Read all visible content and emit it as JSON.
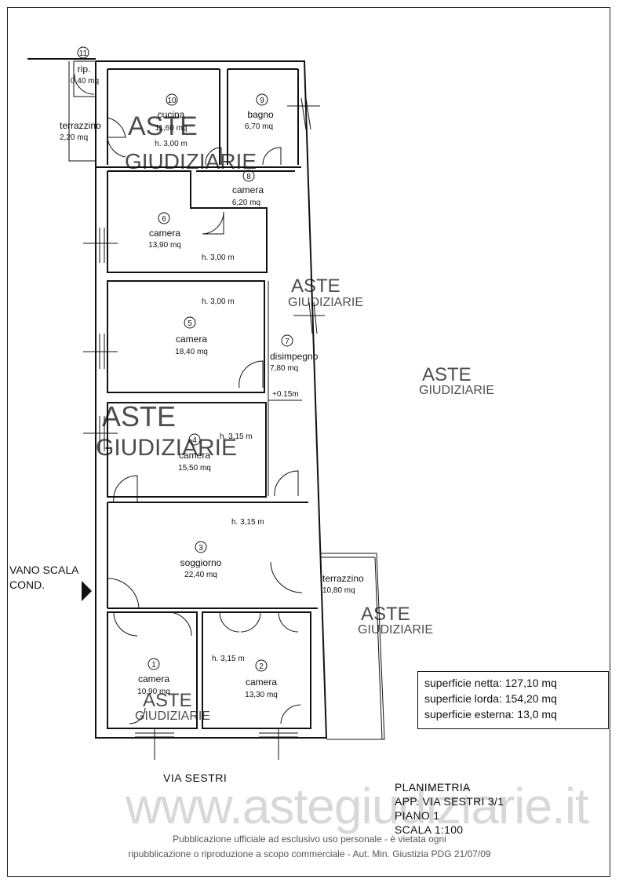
{
  "rooms": [
    {
      "num": "1",
      "name": "camera",
      "area": "10,90 mq"
    },
    {
      "num": "2",
      "name": "camera",
      "area": "13,30 mq",
      "height": "h. 3,15 m"
    },
    {
      "num": "3",
      "name": "soggiorno",
      "area": "22,40 mq",
      "height": "h. 3,15 m"
    },
    {
      "num": "4",
      "name": "camera",
      "area": "15,50 mq",
      "height": "h. 3,15 m"
    },
    {
      "num": "5",
      "name": "camera",
      "area": "18,40 mq",
      "height": "h. 3,00 m"
    },
    {
      "num": "6",
      "name": "camera",
      "area": "13,90 mq",
      "height": "h. 3,00 m"
    },
    {
      "num": "7",
      "name": "disimpegno",
      "area": "7,80 mq",
      "level": "+0.15m"
    },
    {
      "num": "8",
      "name": "camera",
      "area": "6,20 mq"
    },
    {
      "num": "9",
      "name": "bagno",
      "area": "6,70 mq"
    },
    {
      "num": "10",
      "name": "cucina",
      "area": "11,60 mq",
      "height": "h. 3,00 m"
    },
    {
      "num": "11",
      "name": "rip.",
      "area": "0,40 mq"
    }
  ],
  "terraces": [
    {
      "name": "terrazzino",
      "area": "2,20 mq"
    },
    {
      "name": "terrazzino",
      "area": "10,80 mq"
    }
  ],
  "vano_scala": {
    "line1": "VANO SCALA",
    "line2": "COND."
  },
  "street": "VIA SESTRI",
  "surfaces": {
    "netta": "superficie netta: 127,10 mq",
    "lorda": "superficie lorda: 154,20 mq",
    "esterna": "superficie esterna: 13,0 mq"
  },
  "title_block": {
    "line1": "PLANIMETRIA",
    "line2": "APP. VIA SESTRI 3/1",
    "line3": "PIANO 1",
    "line4": "SCALA 1:100"
  },
  "watermark": {
    "line1": "ASTE",
    "line2": "GIUDIZIARIE",
    "url": "www.astegiudiziarie.it"
  },
  "footer": {
    "line1": "Pubblicazione ufficiale ad esclusivo uso personale - è vietata ogni",
    "line2": "ripubblicazione o riproduzione a scopo commerciale - Aut. Min. Giustizia PDG 21/07/09"
  }
}
